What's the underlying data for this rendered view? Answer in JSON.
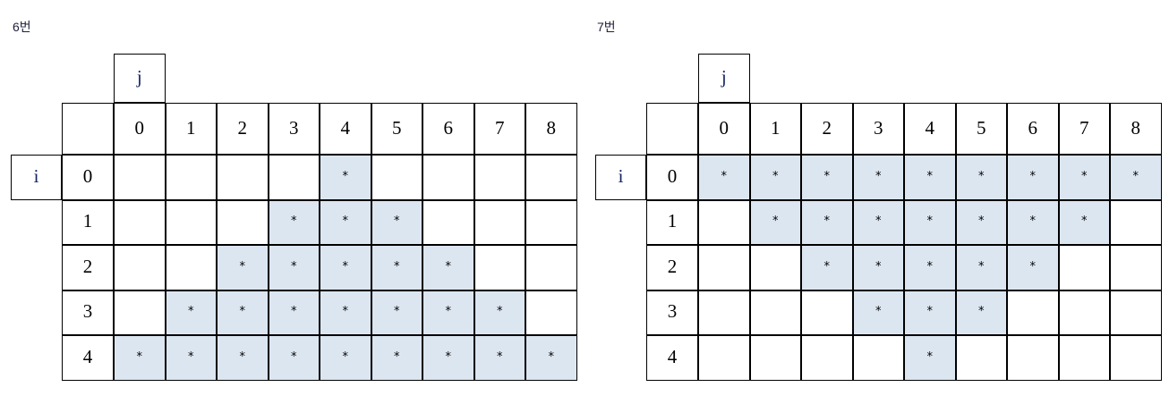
{
  "page": {
    "background_color": "#ffffff",
    "fill_color": "#dce6f1",
    "border_color": "#000000",
    "label_color": "#11235e",
    "star_glyph": "★-asterisk",
    "star_char": "*"
  },
  "panels": [
    {
      "id": "panel-left",
      "title": "6번",
      "row_axis_label": "i",
      "col_axis_label": "j",
      "column_headers": [
        "0",
        "1",
        "2",
        "3",
        "4",
        "5",
        "6",
        "7",
        "8"
      ],
      "row_headers": [
        "0",
        "1",
        "2",
        "3",
        "4"
      ],
      "pattern_description": "pyramid",
      "grid": [
        [
          "",
          "",
          "",
          "",
          "*",
          "",
          "",
          "",
          ""
        ],
        [
          "",
          "",
          "",
          "*",
          "*",
          "*",
          "",
          "",
          ""
        ],
        [
          "",
          "",
          "*",
          "*",
          "*",
          "*",
          "*",
          "",
          ""
        ],
        [
          "",
          "*",
          "*",
          "*",
          "*",
          "*",
          "*",
          "*",
          ""
        ],
        [
          "*",
          "*",
          "*",
          "*",
          "*",
          "*",
          "*",
          "*",
          "*"
        ]
      ]
    },
    {
      "id": "panel-right",
      "title": "7번",
      "row_axis_label": "i",
      "col_axis_label": "j",
      "column_headers": [
        "0",
        "1",
        "2",
        "3",
        "4",
        "5",
        "6",
        "7",
        "8"
      ],
      "row_headers": [
        "0",
        "1",
        "2",
        "3",
        "4"
      ],
      "pattern_description": "inverted-pyramid",
      "grid": [
        [
          "*",
          "*",
          "*",
          "*",
          "*",
          "*",
          "*",
          "*",
          "*"
        ],
        [
          "",
          "*",
          "*",
          "*",
          "*",
          "*",
          "*",
          "*",
          ""
        ],
        [
          "",
          "",
          "*",
          "*",
          "*",
          "*",
          "*",
          "",
          ""
        ],
        [
          "",
          "",
          "",
          "*",
          "*",
          "*",
          "",
          "",
          ""
        ],
        [
          "",
          "",
          "",
          "",
          "*",
          "",
          "",
          "",
          ""
        ]
      ]
    }
  ]
}
